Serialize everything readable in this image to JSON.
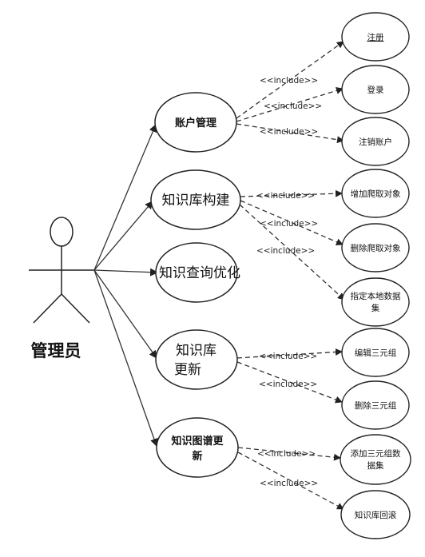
{
  "actor": {
    "label": "管理员"
  },
  "relation_label": "<<include>>",
  "use_cases": {
    "account_mgmt": "账户管理",
    "kb_build": "知识库构建",
    "kb_query_opt": "知识查询优化",
    "kb_update": [
      "知识库",
      "更新"
    ],
    "kg_update": [
      "知识图谱更",
      "新"
    ]
  },
  "sub_use_cases": {
    "register": "注册",
    "login": "登录",
    "deregister": "注销账户",
    "add_crawl": "增加爬取对象",
    "delete_crawl": "删除爬取对象",
    "local_dataset": [
      "指定本地数据",
      "集"
    ],
    "edit_triple": "编辑三元组",
    "delete_triple": "删除三元组",
    "add_triple_dataset": [
      "添加三元组数",
      "据集"
    ],
    "kb_rollback": "知识库回滚"
  },
  "colors": {
    "line": "#333333",
    "ellipse_stroke": "#222222",
    "background": "#ffffff"
  }
}
